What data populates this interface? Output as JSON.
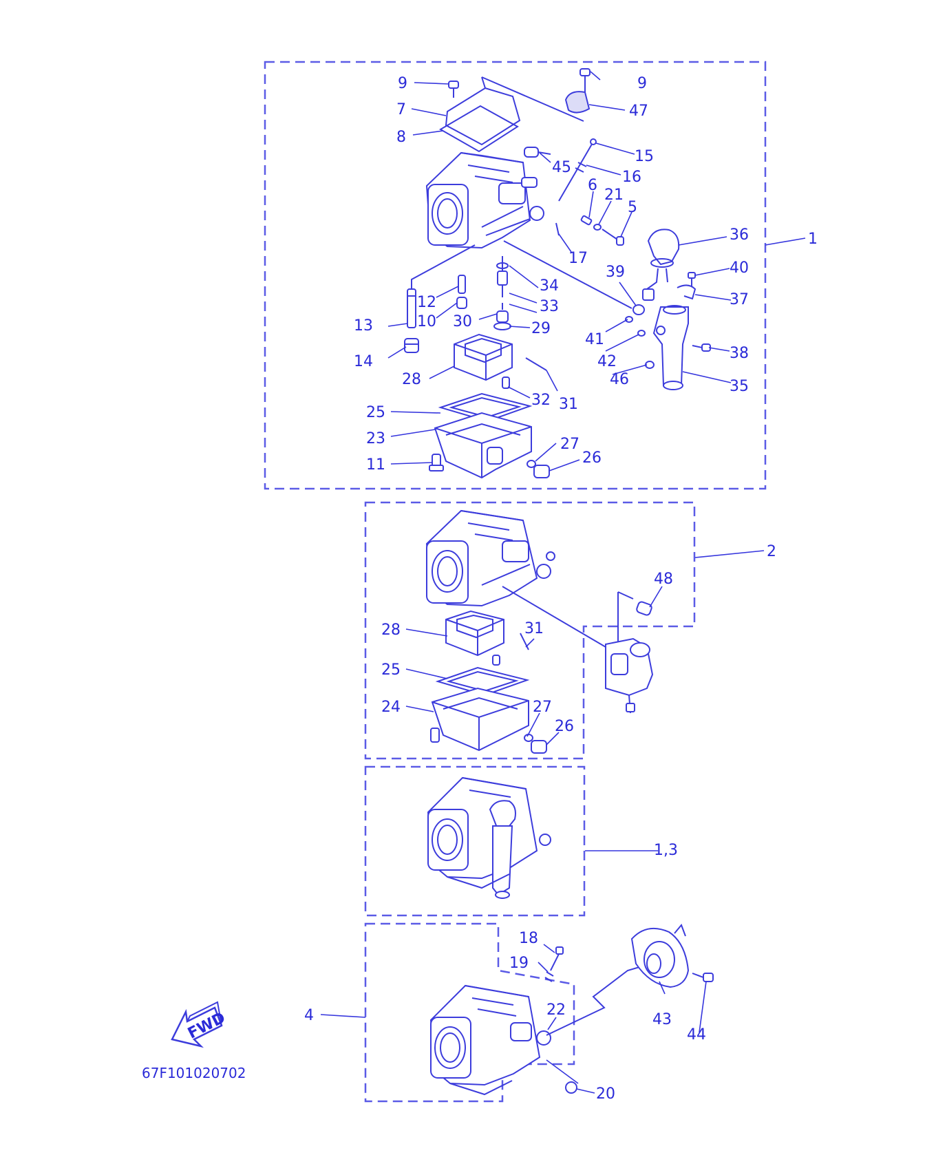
{
  "diagram": {
    "drawing_code": "67F101020702",
    "fwd_label": "FWD",
    "callouts": {
      "c9a": "9",
      "c9b": "9",
      "c47": "47",
      "c7": "7",
      "c8": "8",
      "c15": "15",
      "c45": "45",
      "c16": "16",
      "c6": "6",
      "c21": "21",
      "c5": "5",
      "c36": "36",
      "c1": "1",
      "c17": "17",
      "c39": "39",
      "c40": "40",
      "c34": "34",
      "c12": "12",
      "c37": "37",
      "c33": "33",
      "c13": "13",
      "c10": "10",
      "c30": "30",
      "c29": "29",
      "c41": "41",
      "c38": "38",
      "c14": "14",
      "c42": "42",
      "c28a": "28",
      "c46": "46",
      "c35": "35",
      "c32": "32",
      "c31a": "31",
      "c25a": "25",
      "c23": "23",
      "c27a": "27",
      "c11": "11",
      "c26a": "26",
      "c2": "2",
      "c48": "48",
      "c28b": "28",
      "c31b": "31",
      "c25b": "25",
      "c24": "24",
      "c27b": "27",
      "c26b": "26",
      "c13b": "1,3",
      "c18": "18",
      "c19": "19",
      "c22": "22",
      "c4": "4",
      "c43": "43",
      "c44": "44",
      "c20": "20"
    }
  }
}
